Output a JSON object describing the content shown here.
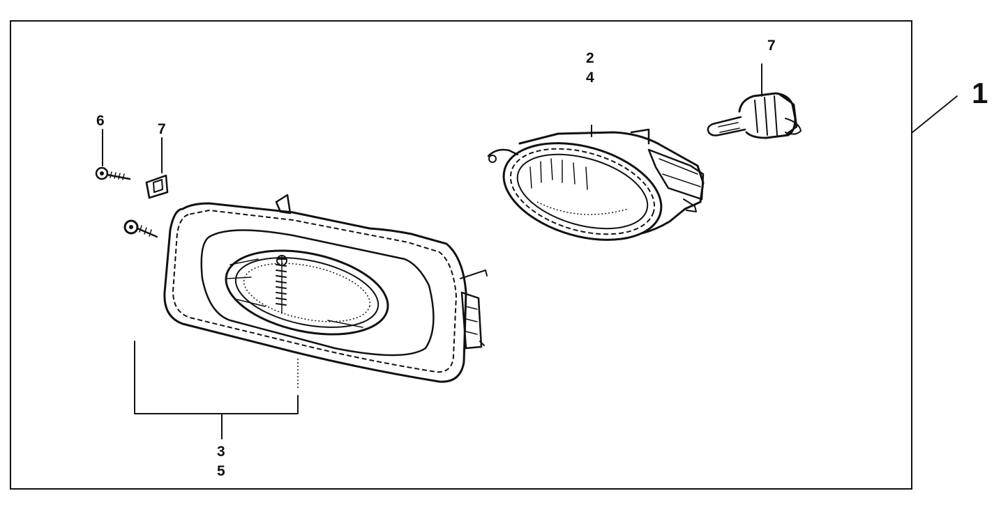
{
  "diagram": {
    "labels": {
      "assembly": "1",
      "housing_part": "2",
      "housing_part_alt": "4",
      "bezel_part": "3",
      "bezel_part_alt": "5",
      "screw": "6",
      "clip": "7",
      "bulb": "7"
    },
    "icons": {
      "housing": "fog-lamp-housing-icon",
      "bezel": "fog-lamp-bezel-icon",
      "bulb": "bulb-icon",
      "screw": "screw-icon",
      "clip": "clip-nut-icon",
      "washer": "washer-screw-icon"
    }
  }
}
